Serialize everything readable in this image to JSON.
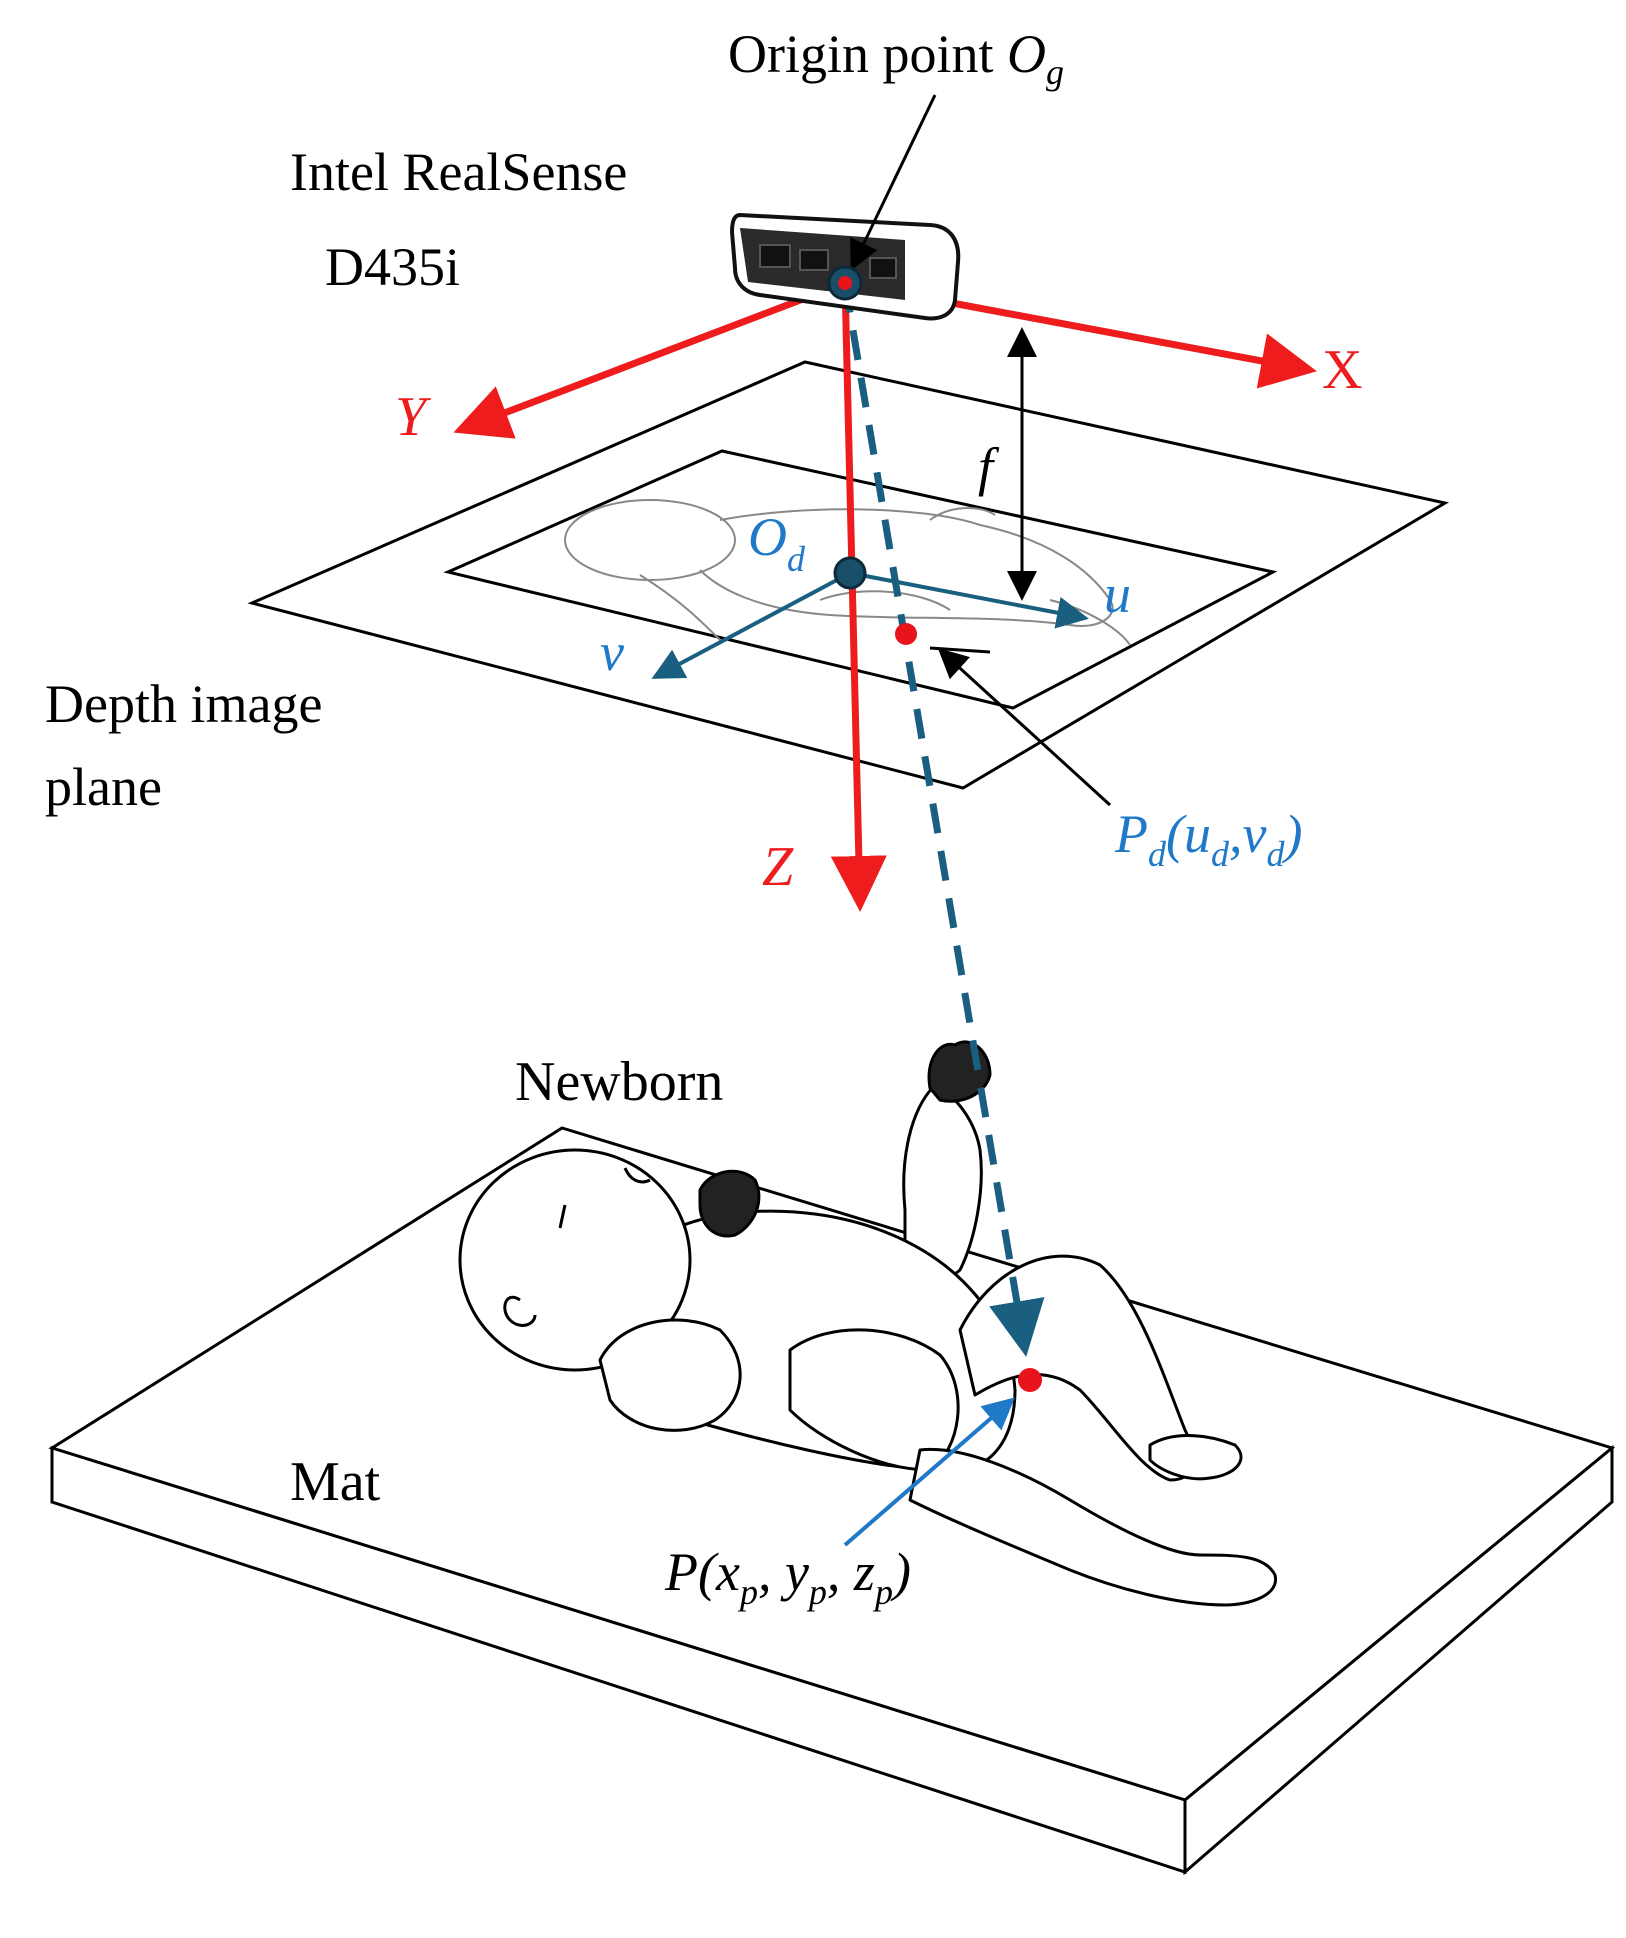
{
  "camera": {
    "name_line1": "Intel RealSense",
    "name_line2": "D435i"
  },
  "origin": {
    "label_prefix": "Origin point ",
    "symbol": "O",
    "subscript": "g"
  },
  "axes": {
    "x": "X",
    "y": "Y",
    "z": "Z"
  },
  "focal_length": "f",
  "image_plane": {
    "label_line1": "Depth image",
    "label_line2": "plane",
    "origin_symbol": "O",
    "origin_subscript": "d",
    "u_axis": "u",
    "v_axis": "v"
  },
  "image_point": {
    "symbol": "P",
    "subscript": "d",
    "open_paren": "(",
    "u": "u",
    "u_sub": "d",
    "comma": ",",
    "v": "v",
    "v_sub": "d",
    "close_paren": ")"
  },
  "world_point": {
    "symbol": "P",
    "open_paren": "(",
    "x": "x",
    "x_sub": "p",
    "sep1": ", ",
    "y": "y",
    "y_sub": "p",
    "sep2": ", ",
    "z": "z",
    "z_sub": "p",
    "close_paren": ")"
  },
  "subject_label": "Newborn",
  "mat_label": "Mat",
  "colors": {
    "axis_red": "#ee1c1c",
    "image_blue": "#1f78c8",
    "ray_teal": "#1a5f80",
    "point_red": "#e8141b",
    "ink": "#000000"
  }
}
